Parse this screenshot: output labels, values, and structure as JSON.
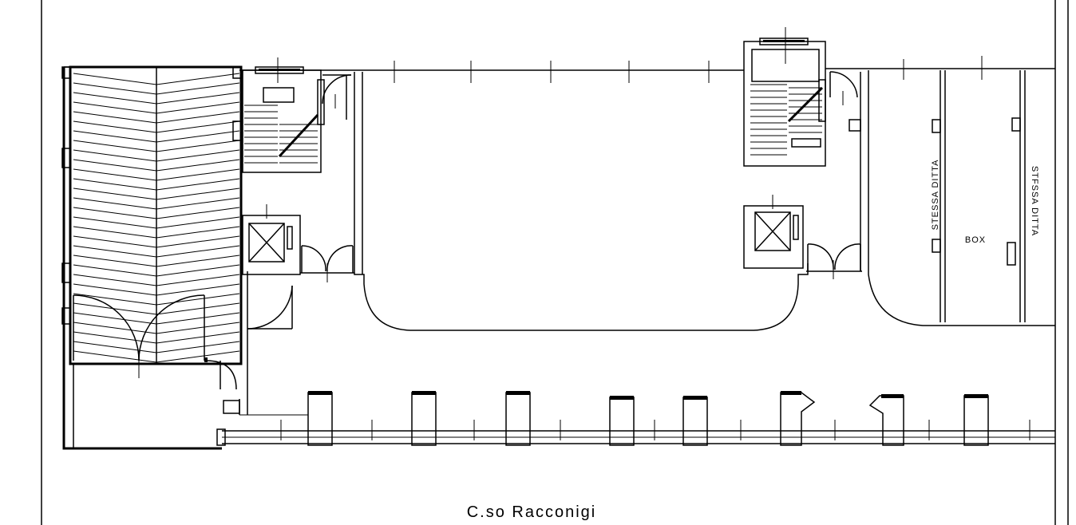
{
  "street_label": "C.so Racconigi",
  "box_label": "BOX",
  "party_left_label": "STESSA DITTA",
  "party_right_label": "STFSSA DITTA"
}
